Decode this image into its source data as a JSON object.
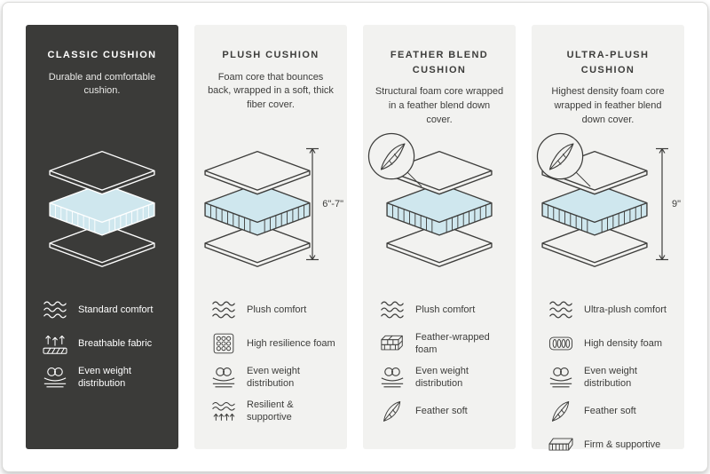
{
  "columns": [
    {
      "title": "CLASSIC CUSHION",
      "description": "Durable and comfortable cushion.",
      "features": [
        {
          "icon": "waves-icon",
          "label": "Standard comfort"
        },
        {
          "icon": "breathable-icon",
          "label": "Breathable fabric"
        },
        {
          "icon": "weight-distribution-icon",
          "label": "Even weight distribution"
        }
      ]
    },
    {
      "title": "PLUSH CUSHION",
      "description": "Foam core that bounces back, wrapped in a soft, thick fiber cover.",
      "measurement": "6\"-7\"",
      "features": [
        {
          "icon": "waves-icon",
          "label": "Plush comfort"
        },
        {
          "icon": "coil-foam-icon",
          "label": "High resilience foam"
        },
        {
          "icon": "weight-distribution-icon",
          "label": "Even weight distribution"
        },
        {
          "icon": "resilient-supportive-icon",
          "label": "Resilient & supportive"
        }
      ]
    },
    {
      "title": "FEATHER BLEND CUSHION",
      "description": "Structural foam core wrapped in a feather blend down cover.",
      "features": [
        {
          "icon": "waves-icon",
          "label": "Plush comfort"
        },
        {
          "icon": "brick-foam-icon",
          "label": "Feather-wrapped foam"
        },
        {
          "icon": "weight-distribution-icon",
          "label": "Even weight distribution"
        },
        {
          "icon": "feather-icon",
          "label": "Feather soft"
        }
      ]
    },
    {
      "title": "ULTRA-PLUSH CUSHION",
      "description": "Highest density foam core wrapped in feather blend down cover.",
      "measurement": "9\"",
      "features": [
        {
          "icon": "waves-icon",
          "label": "Ultra-plush comfort"
        },
        {
          "icon": "density-foam-icon",
          "label": "High density foam"
        },
        {
          "icon": "weight-distribution-icon",
          "label": "Even weight distribution"
        },
        {
          "icon": "feather-icon",
          "label": "Feather soft"
        },
        {
          "icon": "firm-supportive-icon",
          "label": "Firm & supportive"
        }
      ]
    }
  ],
  "colors": {
    "dark_panel": "#3b3b39",
    "light_panel": "#f2f2f0",
    "cushion_fill": "#cfe7ee",
    "outline_dark": "#3d3d3b",
    "outline_light": "#ffffff"
  }
}
